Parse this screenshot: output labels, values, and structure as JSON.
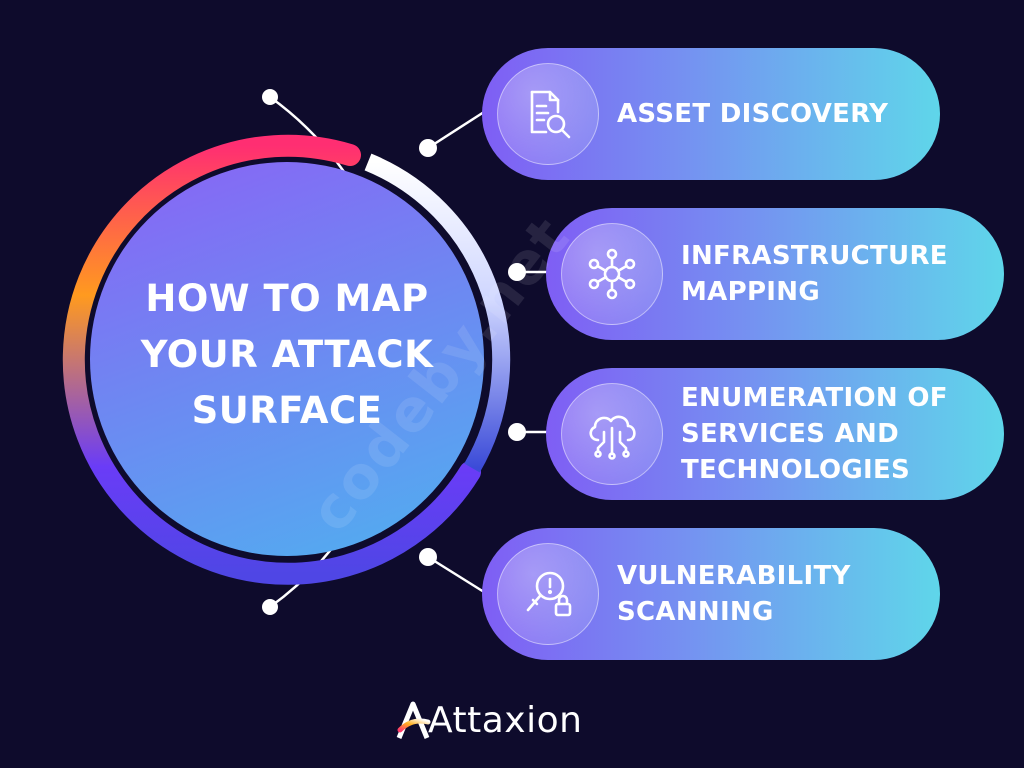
{
  "title": "HOW TO MAP\nYOUR ATTACK\nSURFACE",
  "steps": [
    {
      "label": "ASSET DISCOVERY",
      "icon": "document-search-icon"
    },
    {
      "label": "INFRASTRUCTURE\nMAPPING",
      "icon": "network-hub-icon"
    },
    {
      "label": "ENUMERATION OF\nSERVICES AND\nTECHNOLOGIES",
      "icon": "cloud-circuit-icon"
    },
    {
      "label": "VULNERABILITY\nSCANNING",
      "icon": "magnifier-lock-icon"
    }
  ],
  "brand": {
    "name": "Attaxion"
  },
  "watermark": "codeby.net",
  "colors": {
    "background": "#0e0b2c",
    "ring_start": "#ff3b6b",
    "ring_orange": "#ff9a1f",
    "ring_purple": "#6a3cf7",
    "pill_left": "#7f5ef4",
    "pill_right": "#5fd6ea"
  }
}
